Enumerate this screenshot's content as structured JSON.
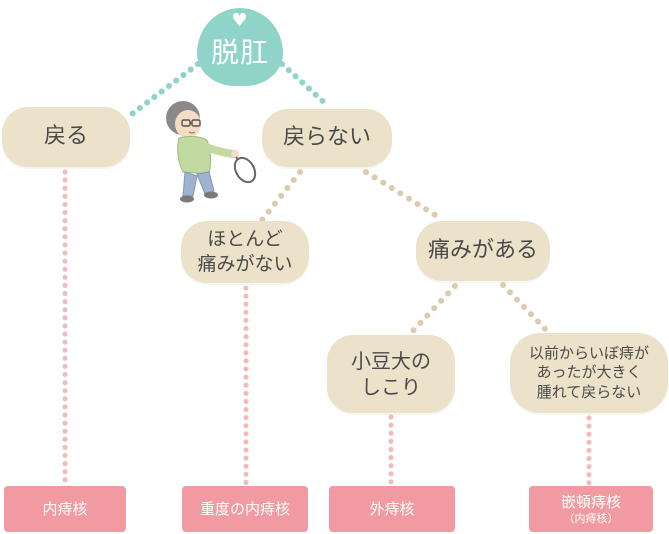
{
  "root": {
    "label": "脱肛"
  },
  "nodes": {
    "modoru": "戻る",
    "modoranai": "戻らない",
    "hotondo_line1": "ほとんど",
    "hotondo_line2": "痛みがない",
    "itami": "痛みがある",
    "shikori_line1": "小豆大の",
    "shikori_line2": "しこり",
    "izen_line1": "以前からいぼ痔が",
    "izen_line2": "あったが大きく",
    "izen_line3": "腫れて戻らない"
  },
  "outcomes": {
    "naijikaku": "内痔核",
    "judo_naijikaku": "重度の内痔核",
    "gaijikaku": "外痔核",
    "kanton_main": "嵌頓痔核",
    "kanton_sub": "（内痔核）"
  },
  "colors": {
    "root": "#8fd3c9",
    "bubble": "#ece1c9",
    "leaf": "#f19aa1",
    "connector_teal": "#8fd3c9",
    "connector_beige": "#d9ccb0",
    "connector_pink": "#f3b9bd"
  },
  "icons": {
    "root_top": "heart-icon",
    "figure": "person-holding-mirror-illustration"
  }
}
